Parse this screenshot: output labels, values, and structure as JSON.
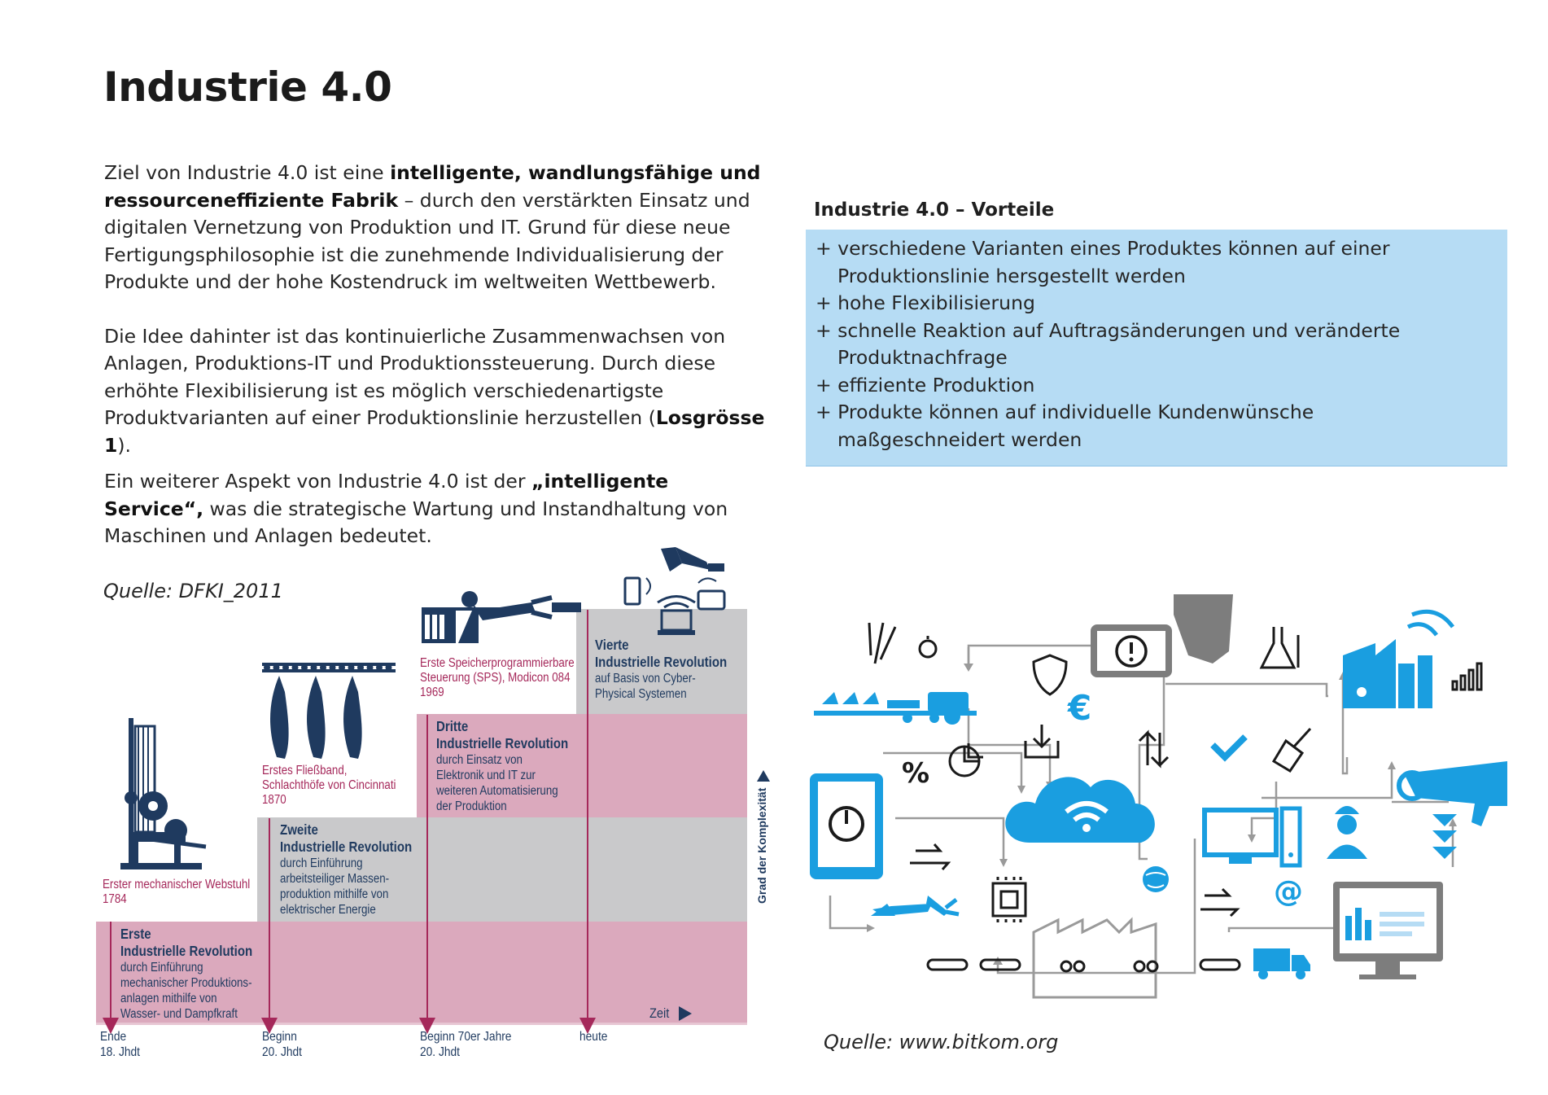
{
  "page": {
    "title": "Industrie 4.0"
  },
  "intro": {
    "p1_a": "Ziel von Industrie 4.0 ist eine ",
    "p1_b": "intelligente, wandlungsfähige und ressourceneffiziente Fabrik",
    "p1_c": " – durch den verstärkten Einsatz und digitalen Vernetzung von Produktion und IT. Grund für diese neue Fertigungsphilosophie ist die zunehmende Individualisierung der Produkte und der hohe Kostendruck im weltweiten Wettbewerb.",
    "p2_a": "Die Idee dahinter ist das kontinuierliche Zusammenwachsen von Anlagen, Produktions-IT und Produktionssteuerung. Durch diese erhöhte Flexibilisierung ist es möglich verschiedenartigste Produktvarianten auf einer Produktionslinie herzustellen (",
    "p2_b": "Losgrösse 1",
    "p2_c": ").",
    "p3_a": "Ein weiterer Aspekt von Industrie 4.0 ist der ",
    "p3_b": "„intelligente Service“,",
    "p3_c": " was die strategische Wartung und Instandhaltung von Maschinen und Anlagen bedeutet."
  },
  "source_left": "Quelle: DFKI_2011",
  "source_right": "Quelle: www.bitkom.org",
  "advantages": {
    "title": "Industrie 4.0 – Vorteile",
    "items": [
      {
        "line1": "+ verschiedene Varianten eines Produktes können auf einer",
        "line2": "Produktionslinie hersgestellt werden"
      },
      {
        "line1": "+ hohe Flexibilisierung",
        "line2": ""
      },
      {
        "line1": "+ schnelle Reaktion auf Auftragsänderungen und veränderte",
        "line2": "Produktnachfrage"
      },
      {
        "line1": "+ effiziente Produktion",
        "line2": ""
      },
      {
        "line1": "+ Produkte können auf individuelle Kundenwünsche",
        "line2": "maßgeschneidert werden"
      }
    ]
  },
  "timeline": {
    "colors": {
      "pink": "#dba9bd",
      "gray": "#c9c9cb",
      "navy": "#1f3a5f",
      "magenta": "#a5285a"
    },
    "stages": [
      {
        "head1": "Erste",
        "head2": "Industrielle Revolution",
        "desc": [
          "durch Einführung",
          "mechanischer Produktions-",
          "anlagen mithilfe von",
          "Wasser- und Dampfkraft"
        ],
        "caption": [
          "Erster mechanischer Webstuhl",
          "1784"
        ],
        "date": [
          "Ende",
          "18. Jhdt"
        ],
        "icon": "loom-icon"
      },
      {
        "head1": "Zweite",
        "head2": "Industrielle Revolution",
        "desc": [
          "durch Einführung",
          "arbeitsteiliger Massen-",
          "produktion mithilfe von",
          "elektrischer Energie"
        ],
        "caption": [
          "Erstes Fließband,",
          "Schlachthöfe von Cincinnati",
          "1870"
        ],
        "date": [
          "Beginn",
          "20. Jhdt"
        ],
        "icon": "assembly-line-icon"
      },
      {
        "head1": "Dritte",
        "head2": "Industrielle Revolution",
        "desc": [
          "durch Einsatz von",
          "Elektronik und IT zur",
          "weiteren Automatisierung",
          "der Produktion"
        ],
        "caption": [
          "Erste Speicherprogrammierbare",
          "Steuerung (SPS), Modicon 084",
          "1969"
        ],
        "date": [
          "Beginn 70er Jahre",
          "20. Jhdt"
        ],
        "icon": "robot-arm-icon"
      },
      {
        "head1": "Vierte",
        "head2": "Industrielle Revolution",
        "desc": [
          "auf Basis von Cyber-",
          "Physical Systemen"
        ],
        "caption": [],
        "date": [
          "heute"
        ],
        "icon": "cyber-physical-icon"
      }
    ],
    "axis_x": "Zeit",
    "axis_y": "Grad der Komplexität"
  },
  "iot": {
    "accent": "#1a9ee0",
    "gray": "#8a8a8a",
    "labels": {
      "percent": "%",
      "euro": "€",
      "at": "@"
    }
  }
}
